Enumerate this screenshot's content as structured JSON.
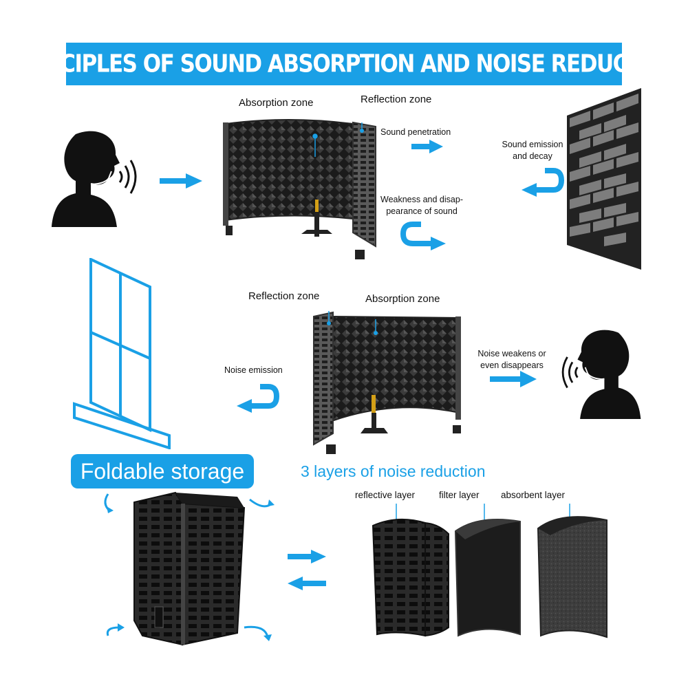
{
  "banner": {
    "title": "PRINCIPLES OF SOUND ABSORPTION AND NOISE REDUCTION"
  },
  "top_diagram": {
    "absorption_label": "Absorption zone",
    "reflection_label": "Reflection zone",
    "penetration_label": "Sound penetration",
    "weakness_label_1": "Weakness and disap-",
    "weakness_label_2": "pearance of sound",
    "emission_label_1": "Sound emission",
    "emission_label_2": "and decay"
  },
  "middle_diagram": {
    "reflection_label": "Reflection zone",
    "absorption_label": "Absorption zone",
    "noise_emission_label": "Noise emission",
    "weakens_label_1": "Noise weakens or",
    "weakens_label_2": "even disappears"
  },
  "bottom": {
    "foldable_label": "Foldable storage",
    "layers_title": "3 layers of noise reduction",
    "layers": [
      {
        "label": "reflective layer"
      },
      {
        "label": "filter layer"
      },
      {
        "label": "absorbent layer"
      }
    ]
  },
  "colors": {
    "accent": "#1aa0e6",
    "dark": "#1a1a1a",
    "brick_dark": "#3a3a3a",
    "brick_light": "#808080"
  }
}
